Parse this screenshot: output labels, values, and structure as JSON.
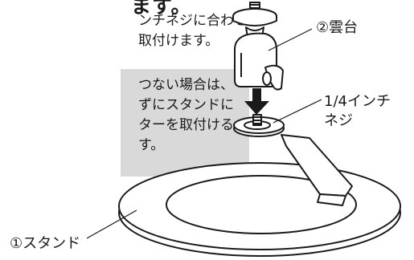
{
  "instructions": {
    "heading_fragment": "ます。",
    "line1": "ンチネジに合わせて",
    "line2": "取付けます。"
  },
  "note": {
    "line1": "つない場合は、",
    "line2": "ずにスタンドに",
    "line3": "ターを取付ける",
    "line4": "す。"
  },
  "labels": {
    "pan_head": "②雲台",
    "screw_line1": "1/4インチ",
    "screw_line2": "ネジ",
    "stand": "①スタンド"
  }
}
